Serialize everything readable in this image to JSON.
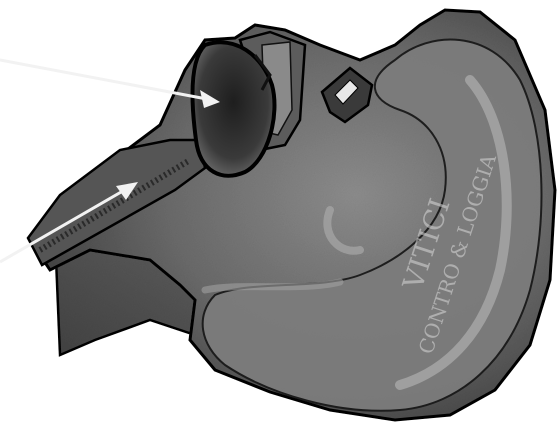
{
  "illustration": {
    "subject": "anatomical cross-section of the human ear",
    "stamp": {
      "line1": "VITICI",
      "line2": "CONTRO & LOGGIA"
    }
  },
  "colors": {
    "background": "#ffffff",
    "tissue": "#6f6f6f",
    "tissue_dark": "#4a4a4a",
    "tissue_highlight": "#b5b5b5",
    "cavity": "#2e2e2e",
    "outline": "#000000",
    "arrow": "#f2f2f2"
  },
  "icons": [
    "pointer-arrow",
    "pointer-arrow"
  ]
}
